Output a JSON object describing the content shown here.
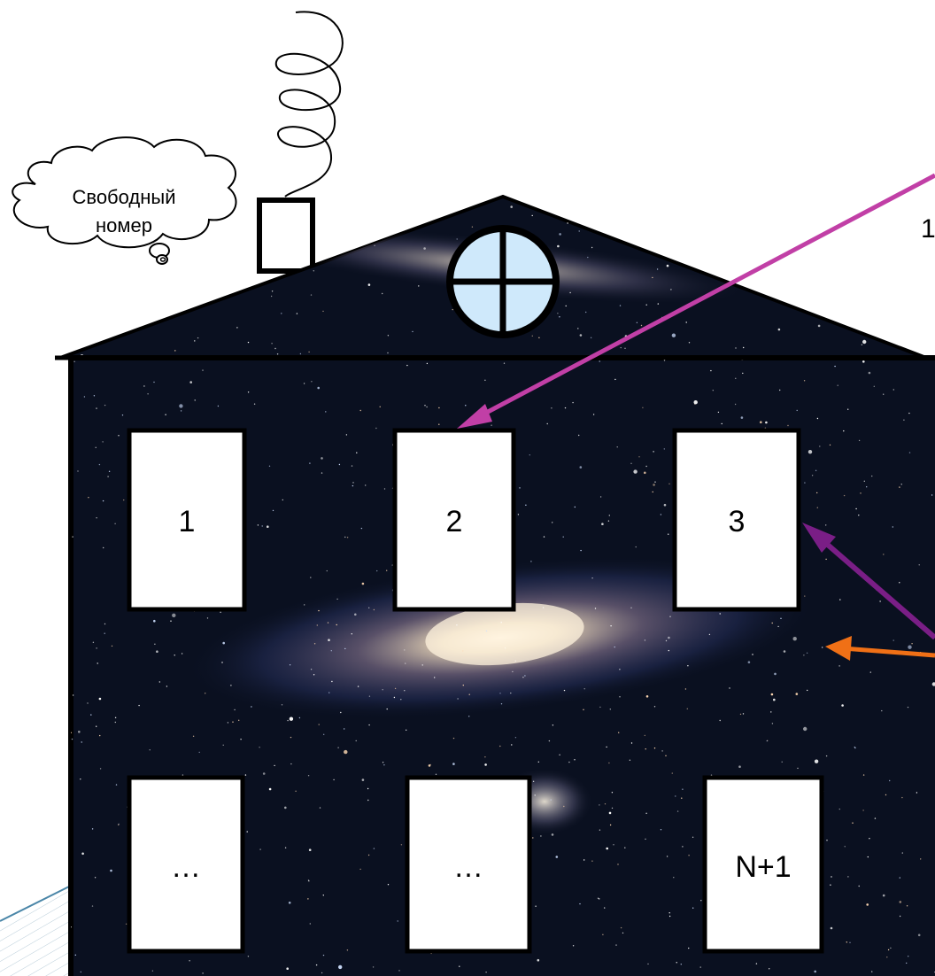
{
  "thought_bubble": {
    "line1": "Свободный",
    "line2": "номер"
  },
  "rooms": [
    {
      "id": "room-1",
      "label": "1"
    },
    {
      "id": "room-2",
      "label": "2"
    },
    {
      "id": "room-3",
      "label": "3"
    },
    {
      "id": "room-dots-1",
      "label": "…"
    },
    {
      "id": "room-dots-2",
      "label": "…"
    },
    {
      "id": "room-n-plus-1",
      "label": "N+1"
    }
  ],
  "edge_text": "1",
  "colors": {
    "arrow_magenta": "#c13fa6",
    "arrow_purple": "#7a1e86",
    "arrow_orange": "#f07016",
    "window_glass": "#cfe9fb",
    "wall_dark": "#0a1020",
    "stripe": "#8fb3c6"
  }
}
